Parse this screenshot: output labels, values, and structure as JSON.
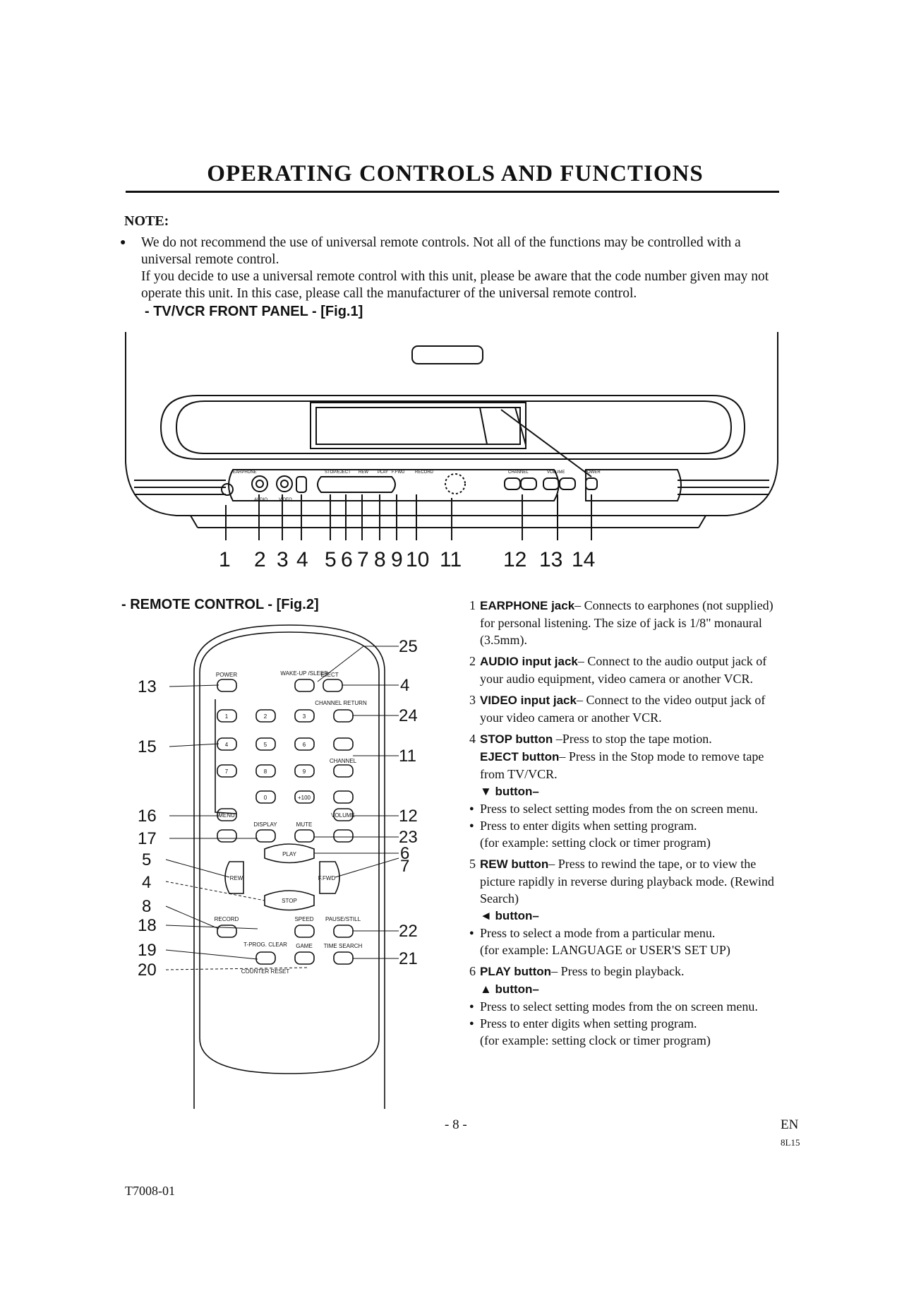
{
  "title": "OPERATING CONTROLS AND FUNCTIONS",
  "note": {
    "label": "NOTE:",
    "para1": "We do not recommend the use of universal remote controls. Not all of the functions may be controlled with a universal remote control.",
    "para2": "If you decide to use a universal remote control with this unit, please be aware that the code number given may not operate this unit. In this case, please call the manufacturer of the universal remote control."
  },
  "section_front": "- TV/VCR FRONT PANEL - [Fig.1]",
  "section_remote": "- REMOTE CONTROL - [Fig.2]",
  "front_panel": {
    "top_labels": [
      "STOP/EJECT",
      "REW",
      "PLAY",
      "F.FWD",
      "RECORD",
      "CHANNEL",
      "VOLUME",
      "POWER"
    ],
    "jack_labels": [
      "EARPHONE",
      "AUDIO",
      "VIDEO"
    ],
    "numbers": [
      "1",
      "2",
      "3",
      "4",
      "5",
      "6",
      "7",
      "8",
      "9",
      "10",
      "11",
      "12",
      "13",
      "14"
    ]
  },
  "remote": {
    "button_labels": [
      "POWER",
      "WAKE-UP /SLEEP",
      "EJECT",
      "CHANNEL RETURN",
      "1",
      "2",
      "3",
      "4",
      "5",
      "6",
      "7",
      "8",
      "9",
      "0",
      "+100",
      "MENU",
      "DISPLAY",
      "MUTE",
      "CHANNEL",
      "VOLUME",
      "PLAY",
      "REW",
      "F.FWD",
      "STOP",
      "RECORD",
      "SPEED",
      "PAUSE/STILL",
      "T-PROG. CLEAR",
      "GAME",
      "TIME SEARCH",
      "COUNTER RESET"
    ],
    "left_numbers": [
      "13",
      "15",
      "16",
      "17",
      "5",
      "4",
      "8",
      "18",
      "19",
      "20"
    ],
    "right_numbers": [
      "25",
      "4",
      "24",
      "11",
      "12",
      "23",
      "6",
      "7",
      "22",
      "21"
    ]
  },
  "descriptions": {
    "i1_num": "1",
    "i1_kw": "EARPHONE jack",
    "i1_text": "– Connects to earphones (not supplied) for personal listening. The size of jack is 1/8\" monaural (3.5mm).",
    "i2_num": "2",
    "i2_kw": "AUDIO input jack",
    "i2_text": "– Connect to the audio output jack of your audio equipment, video camera or another VCR.",
    "i3_num": "3",
    "i3_kw": "VIDEO input jack",
    "i3_text": "– Connect to the video output jack of your video camera or another VCR.",
    "i4_num": "4",
    "i4_kw": "STOP button",
    "i4_text": " –Press to stop the tape motion.",
    "i4b_kw": "EJECT button",
    "i4b_text": "– Press in the Stop mode to remove tape from TV/VCR.",
    "i4c_kw": "▼ button–",
    "i4_b1": "Press to select setting modes from the on screen menu.",
    "i4_b2": "Press to enter digits when setting program.",
    "i4_b2b": "(for example: setting clock or timer program)",
    "i5_num": "5",
    "i5_kw": "REW button",
    "i5_text": "– Press to rewind the tape, or to view the picture rapidly in reverse during playback mode. (Rewind Search)",
    "i5b_kw": "◄ button–",
    "i5_b1": "Press to select a mode from a particular menu.",
    "i5_b1b": "(for example: LANGUAGE or USER'S SET UP)",
    "i6_num": "6",
    "i6_kw": "PLAY button",
    "i6_text": "– Press to begin playback.",
    "i6b_kw": "▲ button–",
    "i6_b1": "Press to select setting modes from the on screen menu.",
    "i6_b2": "Press to enter digits when setting program.",
    "i6_b2b": "(for example: setting clock or timer program)"
  },
  "footer": {
    "page": "- 8 -",
    "lang": "EN",
    "model": "8L15",
    "doc_id": "T7008-01"
  }
}
